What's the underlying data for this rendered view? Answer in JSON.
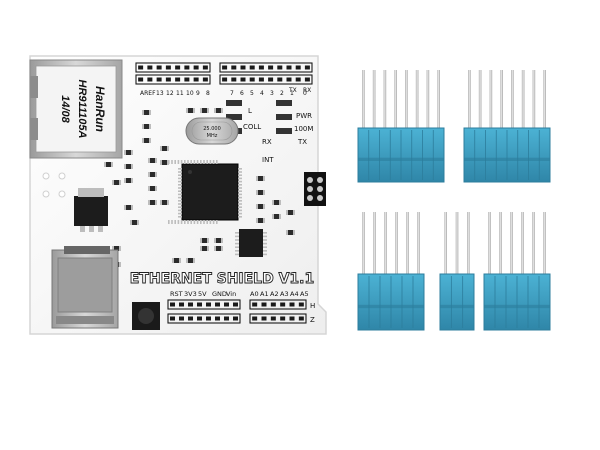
{
  "colors": {
    "board": "#f7f7f7",
    "silk": "#1a1a1a",
    "header_plastic": "#3fa0c3",
    "header_plastic_dark": "#2c7d9c",
    "pin": "#c9c9c9",
    "chip": "#1c1c1c",
    "metal": "#b8b8b8"
  },
  "board": {
    "title": "ETHERNET SHIELD V1.1",
    "jack": {
      "brand": "HanRun",
      "model": "HR911105A",
      "date": "14/08"
    },
    "top_pin_labels": [
      "AREF",
      "13",
      "12",
      "11",
      "10",
      "9",
      "8",
      "7",
      "6",
      "5",
      "4",
      "3",
      "2",
      "1",
      "0"
    ],
    "tx_rx_labels": [
      "TX",
      "RX"
    ],
    "led_labels": [
      "L",
      "PWR",
      "COLL",
      "100M",
      "RX",
      "TX"
    ],
    "int_label": "INT",
    "power_labels": [
      "RST",
      "3V3",
      "5V",
      "GND",
      "Vin"
    ],
    "analog_labels": [
      "A0",
      "A1",
      "A2",
      "A3",
      "A4",
      "A5"
    ],
    "row_marks": [
      "H",
      "Z"
    ],
    "crystal_label": "25.000\nMHz"
  },
  "headers": [
    {
      "name": "header-8pin-a",
      "pins": 8
    },
    {
      "name": "header-8pin-b",
      "pins": 8
    },
    {
      "name": "header-6pin-a",
      "pins": 6
    },
    {
      "name": "header-3pin",
      "pins": 3
    },
    {
      "name": "header-6pin-b",
      "pins": 6
    }
  ]
}
